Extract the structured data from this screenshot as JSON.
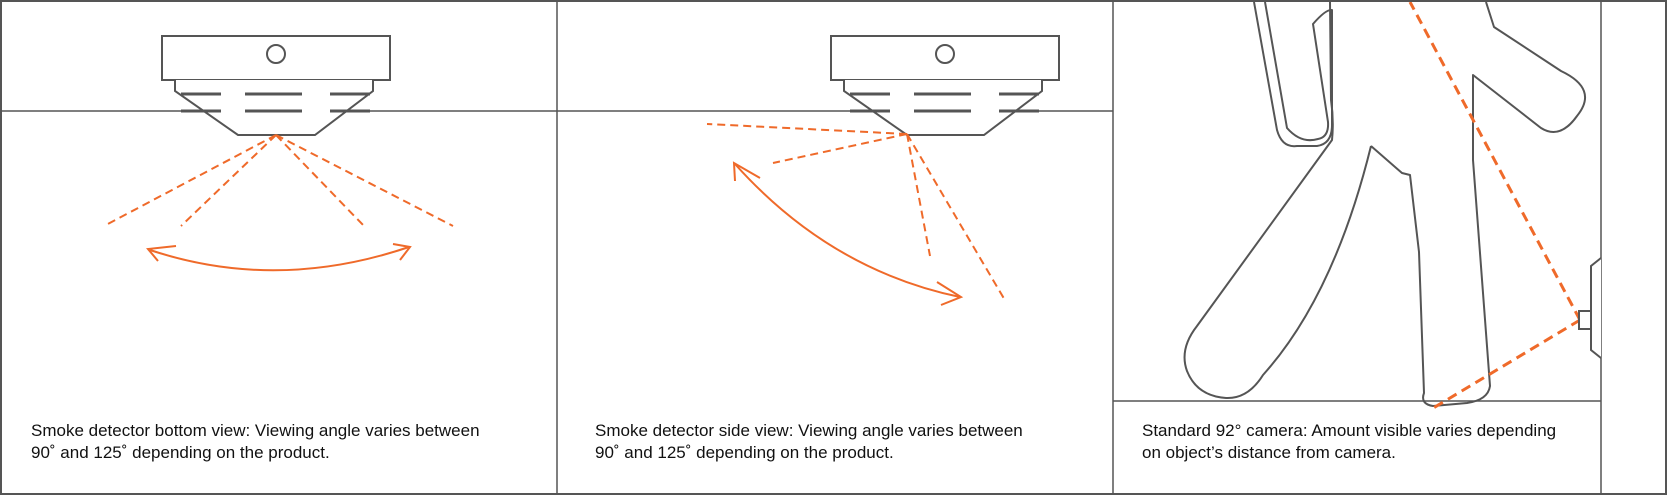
{
  "colors": {
    "outline": "#555555",
    "accent": "#ef6a2a",
    "background": "#ffffff"
  },
  "panels": [
    {
      "id": "bottom-view",
      "caption_line1": "Smoke detector bottom view: Viewing angle varies between",
      "caption_line2": "90˚ and 125˚ depending on the product."
    },
    {
      "id": "side-view",
      "caption_line1": "Smoke detector side view: Viewing angle varies between",
      "caption_line2": "90˚ and 125˚ depending on the product."
    },
    {
      "id": "camera-view",
      "caption_line1": "Standard 92° camera: Amount visible varies depending",
      "caption_line2": "on object’s distance from camera."
    }
  ]
}
